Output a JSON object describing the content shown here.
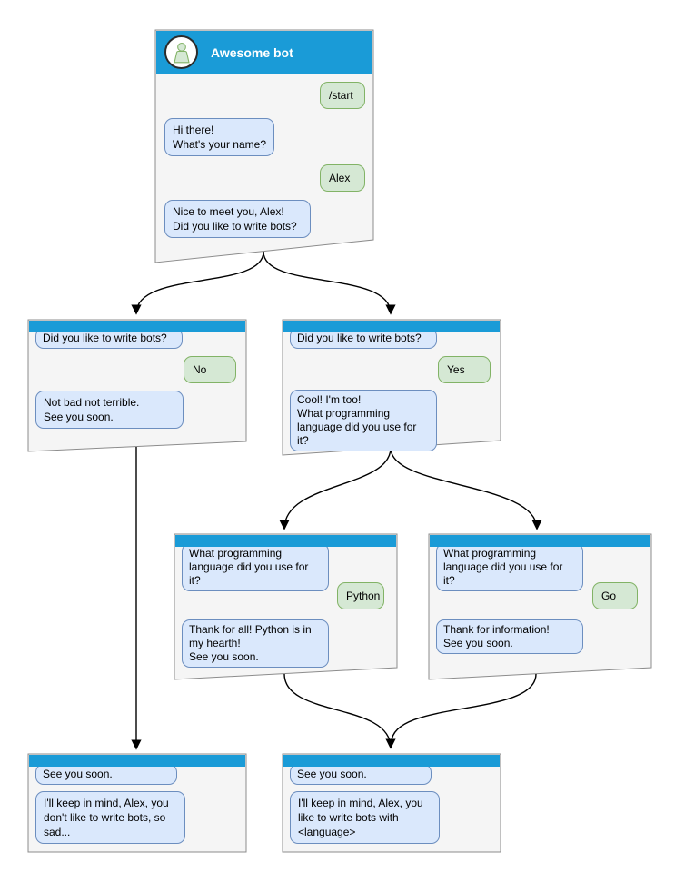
{
  "main_window": {
    "title": "Awesome bot",
    "msg_start": "/start",
    "msg_greeting": "Hi there!\nWhat's your name?",
    "msg_name": "Alex",
    "msg_nice": "Nice to meet you, Alex!\nDid you like to write bots?"
  },
  "branch_no": {
    "msg_question": "Did you like to write bots?",
    "msg_answer": "No",
    "msg_reply": "Not bad not terrible.\nSee you soon."
  },
  "branch_yes": {
    "msg_question": "Did you like to write bots?",
    "msg_answer": "Yes",
    "msg_reply": "Cool! I'm too!\nWhat programming\nlanguage did you use for it?"
  },
  "branch_python": {
    "msg_question": "What programming\nlanguage did you use for it?",
    "msg_answer": "Python",
    "msg_reply": "Thank for all! Python is in\nmy hearth!\nSee you soon."
  },
  "branch_go": {
    "msg_question": "What programming\nlanguage did you use for it?",
    "msg_answer": "Go",
    "msg_reply": "Thank for information!\nSee you soon."
  },
  "end_no": {
    "msg_question": "See you soon.",
    "msg_reply": "I'll keep in mind, Alex, you\ndon't like to write bots, so\nsad..."
  },
  "end_yes": {
    "msg_question": "See you soon.",
    "msg_reply": "I'll keep in mind, Alex, you\nlike to write bots with\n<language>"
  },
  "icons": {
    "avatar": "person-icon"
  },
  "colors": {
    "header_blue": "#1a9bd7",
    "box_fill": "#f5f5f5",
    "box_border": "#8c8c8c",
    "bot_bubble_fill": "#dae8fc",
    "bot_bubble_border": "#6c8ebf",
    "user_bubble_fill": "#d5e8d4",
    "user_bubble_border": "#82b366"
  }
}
